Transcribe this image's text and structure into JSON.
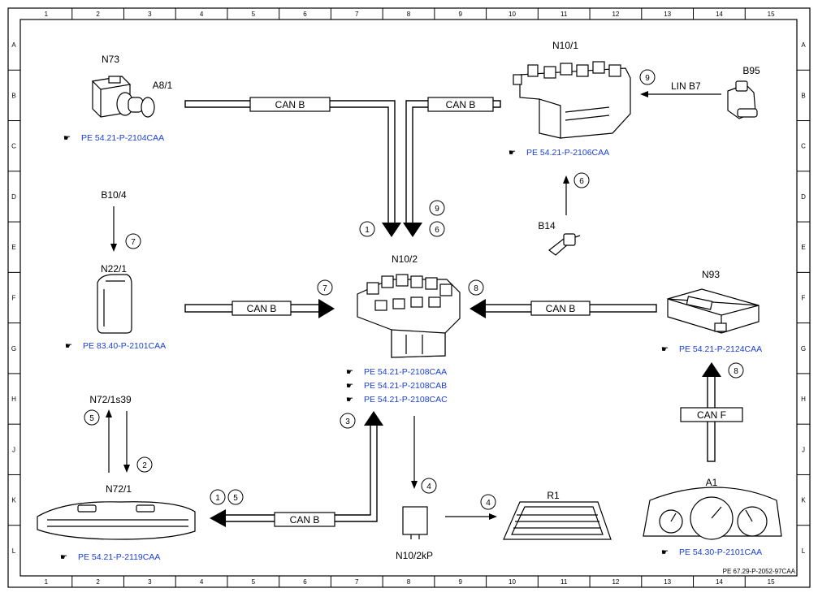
{
  "grid": {
    "cols": [
      "1",
      "2",
      "3",
      "4",
      "5",
      "6",
      "7",
      "8",
      "9",
      "10",
      "11",
      "12",
      "13",
      "14",
      "15"
    ],
    "rows": [
      "A",
      "B",
      "C",
      "D",
      "E",
      "F",
      "G",
      "H",
      "J",
      "K",
      "L"
    ]
  },
  "components": {
    "n73": "N73",
    "a8_1": "A8/1",
    "n10_1": "N10/1",
    "b95": "B95",
    "b10_4": "B10/4",
    "n22_1": "N22/1",
    "n10_2": "N10/2",
    "b14": "B14",
    "n93": "N93",
    "n72_1s39": "N72/1s39",
    "n72_1": "N72/1",
    "n10_2kp": "N10/2kP",
    "r1": "R1",
    "a1": "A1"
  },
  "bus_labels": {
    "can_b_top_left": "CAN B",
    "can_b_top_right": "CAN B",
    "lin_b7": "LIN B7",
    "can_b_left_mid": "CAN B",
    "can_b_right_mid": "CAN B",
    "can_b_bottom": "CAN B",
    "can_f": "CAN F"
  },
  "refs": {
    "n73": "PE 54.21-P-2104CAA",
    "n10_1": "PE 54.21-P-2106CAA",
    "n22_1": "PE 83.40-P-2101CAA",
    "n10_2_a": "PE 54.21-P-2108CAA",
    "n10_2_b": "PE 54.21-P-2108CAB",
    "n10_2_c": "PE 54.21-P-2108CAC",
    "n93": "PE 54.21-P-2124CAA",
    "n72_1": "PE 54.21-P-2119CAA",
    "a1": "PE 54.30-P-2101CAA"
  },
  "steps": {
    "s1_top": "1",
    "s9_top": "9",
    "s6_top": "6",
    "s9_lin": "9",
    "s6_b14": "6",
    "s7_b10": "7",
    "s7_can": "7",
    "s8_can": "8",
    "s8_canf": "8",
    "s5_n72": "5",
    "s2_n72": "2",
    "s3_up": "3",
    "s4_down": "4",
    "s4_r1": "4",
    "s1_bot": "1",
    "s5_bot": "5"
  },
  "footer": "PE 67.29-P-2052-97CAA",
  "colors": {
    "reference_link": "#1a3fd6",
    "line": "#000000",
    "background": "#ffffff"
  }
}
